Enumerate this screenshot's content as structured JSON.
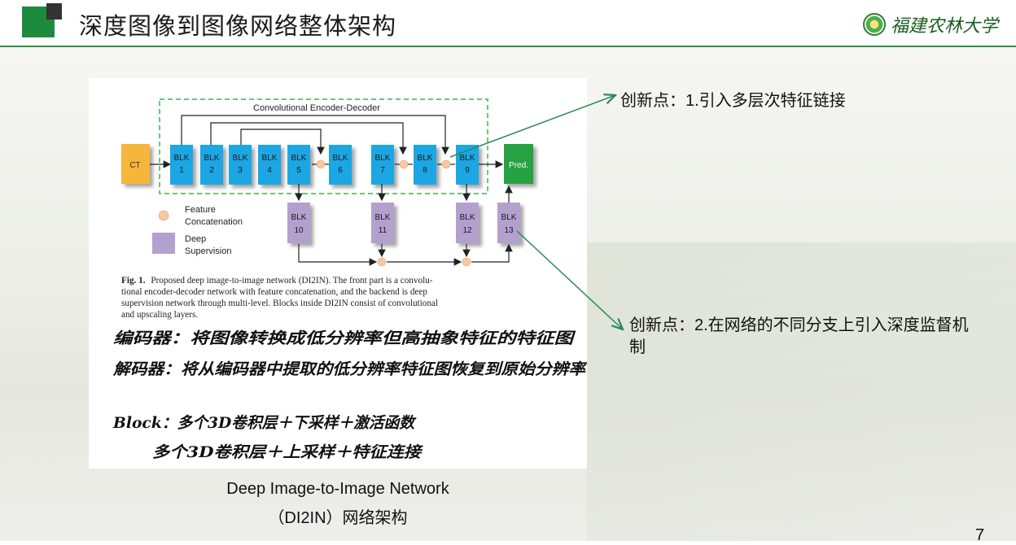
{
  "slide": {
    "title": "深度图像到图像网络整体架构",
    "logo_text": "福建农林大学",
    "page_number": "7",
    "colors": {
      "accent_green": "#1e8a3e",
      "dark_square": "#333333",
      "line_green": "#2f8f3f"
    }
  },
  "figure": {
    "encoder_decoder_label": "Convolutional Encoder-Decoder",
    "ct_label": "CT",
    "pred_label": "Pred.",
    "blk_prefix": "BLK",
    "main_blocks": [
      "1",
      "2",
      "3",
      "4",
      "5",
      "6",
      "7",
      "8",
      "9"
    ],
    "supervision_blocks": [
      "10",
      "11",
      "12",
      "13"
    ],
    "legend": {
      "concat_line1": "Feature",
      "concat_line2": "Concatenation",
      "deep_line1": "Deep",
      "deep_line2": "Supervision"
    },
    "fig_caption_bold": "Fig. 1.",
    "fig_caption_lines": [
      "Proposed deep image-to-image network (DI2IN). The front part is a convolu-",
      "tional encoder-decoder network with feature concatenation, and the backend is deep",
      "supervision network through multi-level. Blocks inside DI2IN consist of convolutional",
      "and upscaling layers."
    ],
    "handwritten_notes": [
      "编码器：将图像转换成低分辨率但高抽象特征的特征图",
      "解码器：将从编码器中提取的低分辨率特征图恢复到原始分辨率",
      "Block：多个3D卷积层＋下采样＋激活函数",
      "多个3D卷积层＋上采样＋特征连接"
    ],
    "colors": {
      "ct_fill": "#f6b53a",
      "blk_fill": "#1ba6e3",
      "pred_fill": "#27a243",
      "sup_fill": "#b3a0cf",
      "concat_fill": "#f8c9a0",
      "dashed_border": "#3db34a"
    }
  },
  "captions": {
    "line1": "Deep Image-to-Image Network",
    "line2": "（DI2IN）网络架构"
  },
  "innovations": {
    "point1": "创新点：1.引入多层次特征链接",
    "point2": "创新点：2.在网络的不同分支上引入深度监督机制"
  }
}
